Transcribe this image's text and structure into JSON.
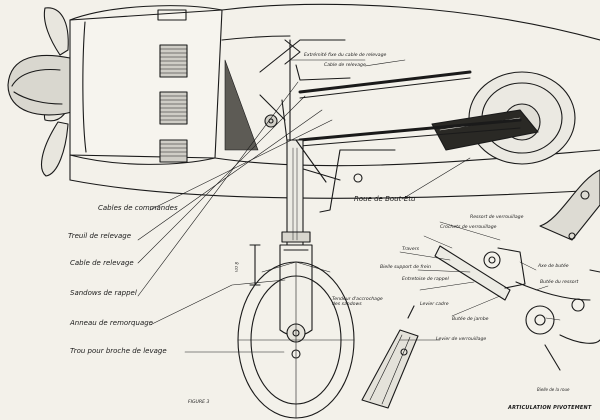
{
  "diagram": {
    "callouts": {
      "extremite_cable": "Extrémité fixe du cable de relevage",
      "cable_relevage_top": "Cable de relevage",
      "cables_commandes": "Cables de commandes",
      "treuil": "Treuil de relevage",
      "cable_relevage": "Cable de relevage",
      "sandows": "Sandows de rappel",
      "anneau": "Anneau de remorquage",
      "trou_broche": "Trou pour broche de levage",
      "roue_bout": "Roue de Bout-Etu"
    },
    "detail_labels": {
      "ressort": "Ressort de verrouillage",
      "crochets": "Crochets de verrouillage",
      "traverse": "Travers",
      "bielle_support": "Bielle support de frein",
      "entretoise": "Entretoise de rappel",
      "axe_butee": "Axe de butée",
      "butee_ressort": "Butée du ressort",
      "levier_cadre": "Levier cadre",
      "butee_jambe": "Butée de jambe",
      "tendeur": "Tendeur d'accrochage des sandows",
      "levier_verrouillage": "Levier de verrouillage"
    },
    "dimension": "8 cm",
    "plate_number": "FIGURE 3",
    "caption": "ARTICULATION PIVOTEMENT",
    "inset_note": "Bielle de la roue"
  }
}
